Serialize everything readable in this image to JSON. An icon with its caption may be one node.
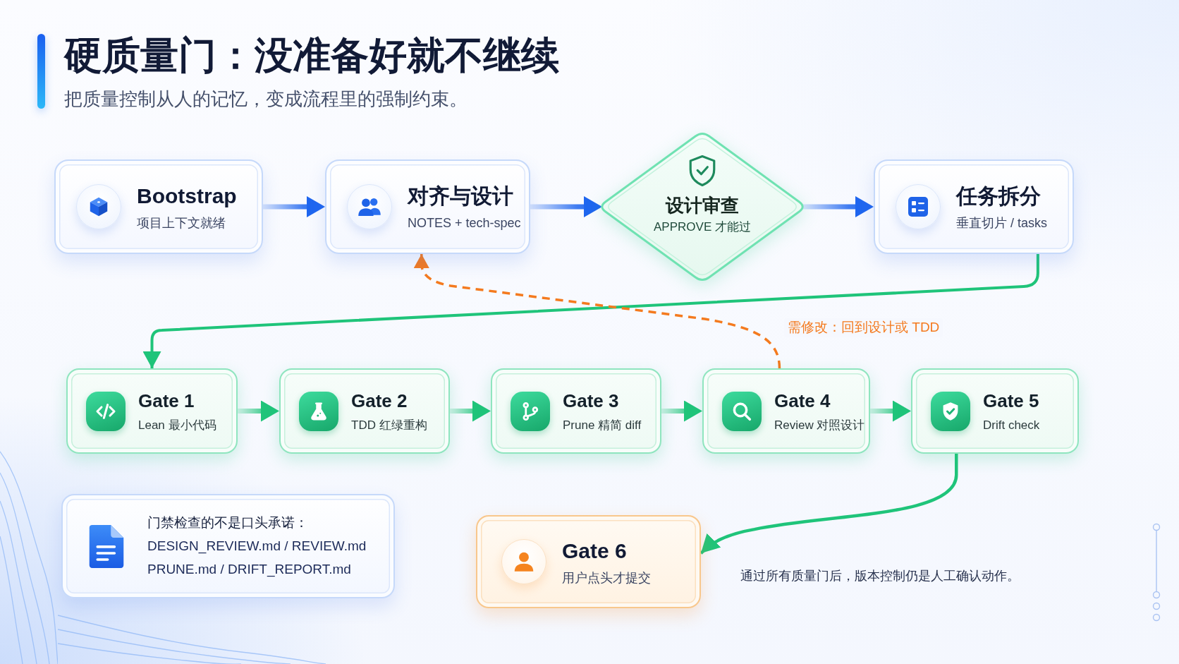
{
  "diagram": {
    "title": "硬质量门：没准备好就不继续",
    "nodes": [
      {
        "text": [
          "Bootstrap",
          "项目上下文就绪"
        ]
      },
      {
        "text": [
          "对齐与设计",
          "NOTES + tech-spec"
        ]
      },
      {
        "text": [
          "设计审查",
          "APPROVE 才能过"
        ]
      },
      {
        "text": [
          "任务拆分",
          "垂直切片 / tasks"
        ]
      },
      {
        "text": [
          "Gate 1",
          "Lean 最小代码"
        ]
      },
      {
        "text": [
          "Gate 2",
          "TDD 红绿重构"
        ]
      },
      {
        "text": [
          "Gate 3",
          "Prune 精简 diff"
        ]
      },
      {
        "text": [
          "Gate 4",
          "Review 对照设计"
        ]
      },
      {
        "text": [
          "Gate 5",
          "Drift check"
        ]
      },
      {
        "text": [
          "门禁检查的不是口头承诺：",
          "DESIGN_REVIEW.md / REVIEW.md",
          "PRUNE.md / DRIFT_REPORT.md"
        ]
      },
      {
        "text": [
          "Gate 6",
          "用户点头才提交"
        ]
      }
    ],
    "edges": [
      {
        "from": 0,
        "to": 1,
        "arrow": "to",
        "color": "#1f66ef"
      },
      {
        "from": 1,
        "to": 2,
        "arrow": "to",
        "color": "#1f66ef"
      },
      {
        "from": 2,
        "to": 3,
        "arrow": "to",
        "color": "#1f66ef"
      },
      {
        "from": 3,
        "to": 4,
        "arrow": "to"
      },
      {
        "from": 4,
        "to": 5,
        "arrow": "to"
      },
      {
        "from": 5,
        "to": 6,
        "arrow": "to"
      },
      {
        "from": 6,
        "to": 7,
        "arrow": "to"
      },
      {
        "from": 7,
        "to": 8,
        "arrow": "to"
      },
      {
        "from": 8,
        "to": 10,
        "arrow": "to"
      },
      {
        "from": 7,
        "to": 1,
        "arrow": "to",
        "label": "需修改：回到设计或 TDD",
        "style": "dashed",
        "color": "#f47a1e"
      }
    ],
    "labels": [
      "把质量控制从人的记忆，变成流程里的强制约束。",
      "通过所有质量门后，版本控制仍是人工确认动作。"
    ]
  }
}
